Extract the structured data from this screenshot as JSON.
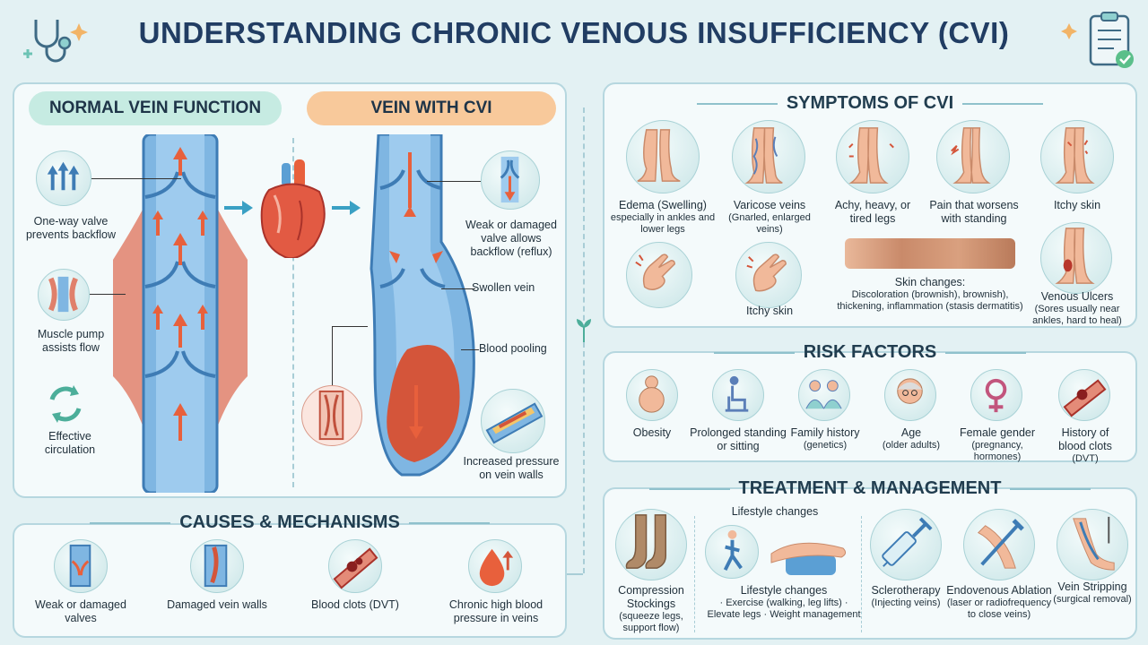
{
  "title": "UNDERSTANDING CHRONIC VENOUS INSUFFICIENCY (CVI)",
  "normal": {
    "header": "NORMAL VEIN FUNCTION",
    "labels": [
      "One-way valve prevents backflow",
      "Muscle pump assists flow",
      "Effective circulation"
    ]
  },
  "cvi": {
    "header": "VEIN WITH CVI",
    "labels": [
      "Weak or damaged valve allows backflow (reflux)",
      "Swollen vein",
      "Blood pooling",
      "Increased pressure on vein walls"
    ]
  },
  "causes": {
    "title": "CAUSES & MECHANISMS",
    "items": [
      {
        "label": "Weak or damaged valves"
      },
      {
        "label": "Damaged vein walls"
      },
      {
        "label": "Blood clots (DVT)"
      },
      {
        "label": "Chronic high blood pressure in veins"
      }
    ]
  },
  "symptoms": {
    "title": "SYMPTOMS OF CVI",
    "items": [
      {
        "label": "Edema (Swelling)",
        "sub": "especially in ankles and lower legs"
      },
      {
        "label": "Varicose veins",
        "sub": "(Gnarled, enlarged veins)"
      },
      {
        "label": "Achy, heavy, or tired legs",
        "sub": ""
      },
      {
        "label": "Pain that worsens with standing",
        "sub": ""
      },
      {
        "label": "Itchy skin",
        "sub": ""
      },
      {
        "label": "Itchy skin",
        "sub": ""
      },
      {
        "label": "Skin changes:",
        "sub": "Discoloration (brownish), brownish), thickening, inflammation (stasis dermatitis)"
      },
      {
        "label": "Venous Ulcers",
        "sub": "(Sores usually near ankles, hard to heal)"
      }
    ]
  },
  "risk": {
    "title": "RISK FACTORS",
    "items": [
      {
        "label": "Obesity",
        "sub": ""
      },
      {
        "label": "Prolonged standing or sitting",
        "sub": ""
      },
      {
        "label": "Family history",
        "sub": "(genetics)"
      },
      {
        "label": "Age",
        "sub": "(older adults)"
      },
      {
        "label": "Female gender",
        "sub": "(pregnancy, hormones)"
      },
      {
        "label": "History of blood clots",
        "sub": "(DVT)"
      }
    ]
  },
  "treatment": {
    "title": "TREATMENT & MANAGEMENT",
    "lifestyle_header": "Lifestyle changes",
    "items": [
      {
        "label": "Compression Stockings",
        "sub": "(squeeze legs, support flow)"
      },
      {
        "label": "Lifestyle changes",
        "sub": "· Exercise (walking, leg lifts)   · Elevate legs  · Weight management"
      },
      {
        "label": "Sclerotherapy",
        "sub": "(Injecting veins)"
      },
      {
        "label": "Endovenous Ablation",
        "sub": "(laser or radiofrequency to close veins)"
      },
      {
        "label": "Vein Stripping",
        "sub": "(surgical removal)"
      }
    ]
  },
  "colors": {
    "title": "#213d63",
    "normal_pill": "#c6ebe2",
    "cvi_pill": "#f8c99b",
    "vein_blue": "#5b9fd4",
    "arrow_red": "#e8603c",
    "muscle": "#e0806b"
  }
}
